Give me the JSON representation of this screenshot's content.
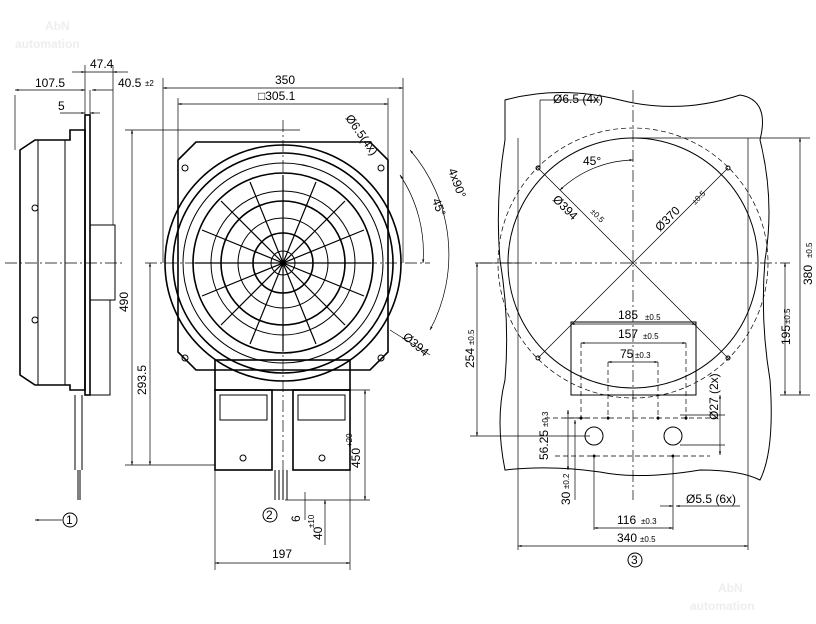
{
  "watermark": {
    "line1": "AbN",
    "line2": "automation"
  },
  "side_view": {
    "dim_107_5": "107.5",
    "dim_47_4": "47.4",
    "dim_40_5": "40.5",
    "dim_40_5_tol": "±2",
    "dim_5": "5",
    "view_marker": "1"
  },
  "front_view": {
    "dim_350": "350",
    "dim_square": "□305.1",
    "dim_hole": "Ø6.5(4x)",
    "dim_angle_45": "45°",
    "dim_angle_4x90": "4x90°",
    "dim_394": "Ø394",
    "dim_490": "490",
    "dim_293_5": "293.5",
    "dim_450": "450",
    "dim_450_tol": "+20",
    "dim_6": "6",
    "dim_40": "40",
    "dim_40_tol": "±10",
    "dim_197": "197",
    "view_marker": "2"
  },
  "cutout_view": {
    "dim_hole": "Ø6.5 (4x)",
    "dim_angle_45": "45°",
    "dim_394": "Ø394",
    "dim_394_tol": "±0.5",
    "dim_370": "Ø370",
    "dim_370_tol": "±0.5",
    "dim_380": "380",
    "dim_380_tol": "±0.5",
    "dim_185": "185",
    "dim_185_tol": "±0.5",
    "dim_157": "157",
    "dim_157_tol": "±0.5",
    "dim_75": "75",
    "dim_75_tol": "±0.3",
    "dim_195": "195",
    "dim_195_tol": "±0.5",
    "dim_254": "254",
    "dim_254_tol": "±0.5",
    "dim_27": "Ø27 (2x)",
    "dim_56_25": "56.25",
    "dim_56_25_tol": "±0.3",
    "dim_30": "30",
    "dim_30_tol": "±0.2",
    "dim_5_5": "Ø5.5 (6x)",
    "dim_116": "116",
    "dim_116_tol": "±0.3",
    "dim_340": "340",
    "dim_340_tol": "±0.5",
    "view_marker": "3"
  }
}
